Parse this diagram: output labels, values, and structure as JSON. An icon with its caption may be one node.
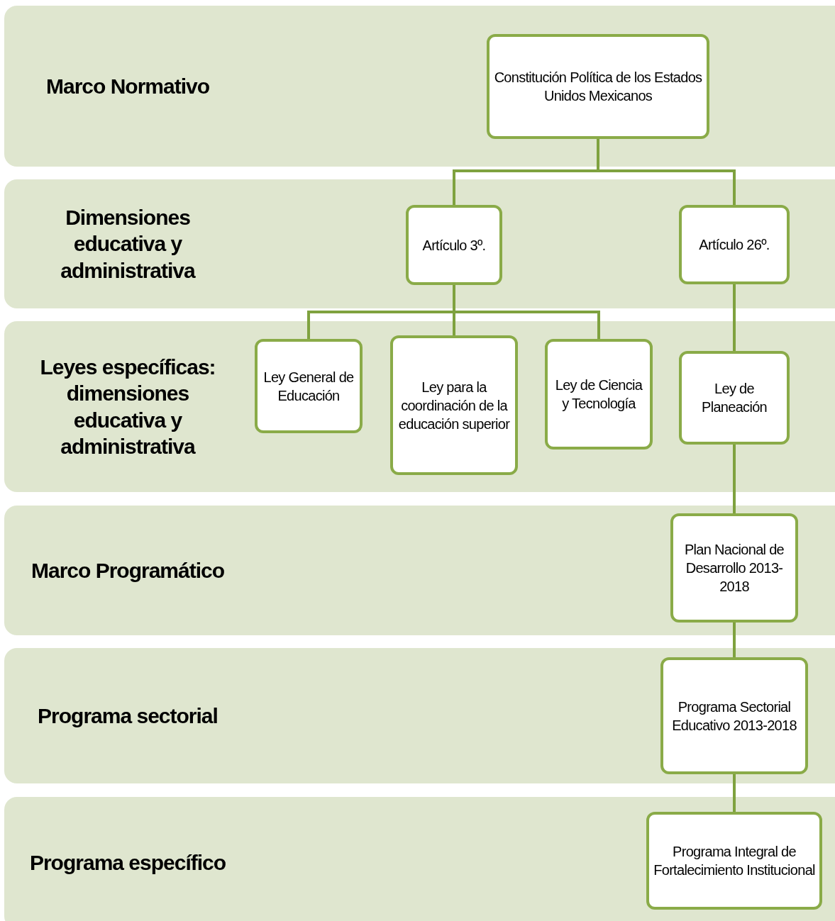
{
  "diagram": {
    "nodes": [
      {
        "text": [
          "Marco Normativo"
        ]
      },
      {
        "text": [
          "Constitución Política de los Estados Unidos Mexicanos"
        ],
        "in": 0
      },
      {
        "text": [
          "Dimensiones educativa y administrativa"
        ]
      },
      {
        "text": [
          "Artículo 3º."
        ],
        "in": 2
      },
      {
        "text": [
          "Artículo 26º."
        ],
        "in": 2
      },
      {
        "text": [
          "Leyes específicas: dimensiones educativa y administrativa"
        ]
      },
      {
        "text": [
          "Ley General de Educación"
        ],
        "in": 5
      },
      {
        "text": [
          "Ley para la coordinación de la educación superior"
        ],
        "in": 5
      },
      {
        "text": [
          "Ley de Ciencia y Tecnología"
        ],
        "in": 5
      },
      {
        "text": [
          "Ley de Planeación"
        ],
        "in": 5
      },
      {
        "text": [
          "Marco Programático"
        ]
      },
      {
        "text": [
          "Plan Nacional de Desarrollo 2013-2018"
        ],
        "in": 10
      },
      {
        "text": [
          "Programa sectorial"
        ]
      },
      {
        "text": [
          "Programa Sectorial Educativo 2013-2018"
        ],
        "in": 12
      },
      {
        "text": [
          "Programa específico"
        ]
      },
      {
        "text": [
          "Programa Integral de Fortalecimiento Institucional"
        ],
        "in": 14
      }
    ],
    "edges": [
      {
        "from": 1,
        "to": 3,
        "arrow": "none"
      },
      {
        "from": 1,
        "to": 4,
        "arrow": "none"
      },
      {
        "from": 3,
        "to": 6,
        "arrow": "none"
      },
      {
        "from": 3,
        "to": 7,
        "arrow": "none"
      },
      {
        "from": 3,
        "to": 8,
        "arrow": "none"
      },
      {
        "from": 4,
        "to": 9,
        "arrow": "none"
      },
      {
        "from": 9,
        "to": 11,
        "arrow": "none"
      },
      {
        "from": 11,
        "to": 13,
        "arrow": "none"
      },
      {
        "from": 13,
        "to": 15,
        "arrow": "none"
      }
    ]
  }
}
